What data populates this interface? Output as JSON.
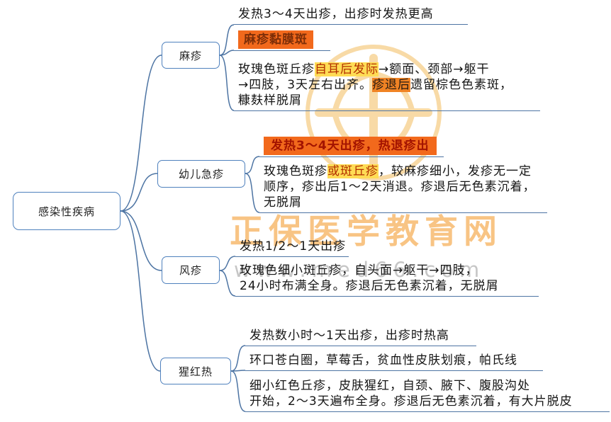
{
  "diagram": {
    "root": {
      "label": "感染性疾病"
    },
    "branches": [
      {
        "label": "麻疹",
        "topics": [
          {
            "lines": [
              [
                {
                  "t": "发热3～4天出疹，出疹时发热更高"
                }
              ]
            ]
          },
          {
            "lines": [
              [
                {
                  "t": "麻疹黏膜斑"
                }
              ]
            ]
          },
          {
            "lines": [
              [
                {
                  "t": "玫瑰色斑丘疹"
                },
                {
                  "t": "自耳后发际"
                },
                {
                  "t": "→额面、颈部→躯干"
                }
              ],
              [
                {
                  "t": "→四肢，3天左右出齐。"
                },
                {
                  "t": "疹退后"
                },
                {
                  "t": "遗留棕色色素斑，"
                }
              ],
              [
                {
                  "t": "糠麸样脱屑"
                }
              ]
            ]
          }
        ]
      },
      {
        "label": "幼儿急疹",
        "topics": [
          {
            "lines": [
              [
                {
                  "t": "发热3～4天出疹，热退疹出"
                }
              ]
            ]
          },
          {
            "lines": [
              [
                {
                  "t": "玫瑰色斑疹"
                },
                {
                  "t": "或斑丘疹"
                },
                {
                  "t": "，较麻疹细小，发疹无一定"
                }
              ],
              [
                {
                  "t": "顺序，疹出后1～2天消退。疹退后无色素沉着，"
                }
              ],
              [
                {
                  "t": "无脱屑"
                }
              ]
            ]
          }
        ]
      },
      {
        "label": "风疹",
        "topics": [
          {
            "lines": [
              [
                {
                  "t": "发热1/2～1天出疹"
                }
              ]
            ]
          },
          {
            "lines": [
              [
                {
                  "t": "玫瑰色细小斑丘疹，自头面→躯干→四肢，"
                }
              ],
              [
                {
                  "t": "24小时布满全身。疹退后无色素沉着，无脱屑"
                }
              ]
            ]
          }
        ]
      },
      {
        "label": "猩红热",
        "topics": [
          {
            "lines": [
              [
                {
                  "t": "发热数小时～1天出疹，出疹时热高"
                }
              ]
            ]
          },
          {
            "lines": [
              [
                {
                  "t": "环口苍白圈，草莓舌，贫血性皮肤划痕，帕氏线"
                }
              ]
            ]
          },
          {
            "lines": [
              [
                {
                  "t": "细小红色丘疹，皮肤猩红，自颈、腋下、腹股沟处"
                }
              ],
              [
                {
                  "t": "开始，2～3天遍布全身。疹退后无色素沉着，有大片脱皮"
                }
              ]
            ]
          }
        ]
      }
    ]
  },
  "watermark": {
    "brand": "正保医学教育网",
    "url": "www.med66.com"
  },
  "colors": {
    "node_border": "#4f81bd",
    "connector_line": "#4d74a3",
    "highlight_box_orange": "#f2691c",
    "inline_highlight_orange": "#f08324",
    "inline_highlight_yellow": "#ffdc55",
    "brand_orange": "#f59d33"
  }
}
